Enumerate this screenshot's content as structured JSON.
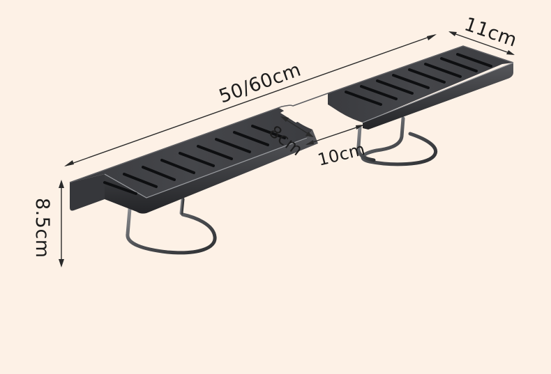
{
  "product": {
    "kind": "wall-mounted slotted shelf with two hair-dryer rings",
    "colors": {
      "background": "#fdf1e6",
      "shelf_top": "#3f4044",
      "shelf_front": "#2d2e31",
      "slot": "#0e0f11",
      "hook": "#5a5c60",
      "dimension": "#1c1c1c"
    }
  },
  "dimensions": {
    "length": "50/60cm",
    "depth": "11cm",
    "height": "8.5cm",
    "hole_diameter": "8cm",
    "hook_spacing": "10cm"
  }
}
